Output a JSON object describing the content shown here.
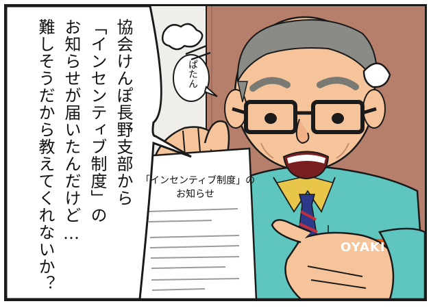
{
  "speech": {
    "lines": [
      "協会けんぽ長野支部から",
      "「インセンティブ制度」の",
      "お知らせが届いたんだけど…",
      "難しそうだから教えてくれないか？"
    ]
  },
  "sound_effect": "ぱたん",
  "document": {
    "title_line1": "「インセンティブ制度」の",
    "title_line2": "お知らせ"
  },
  "uniform_logo": "OYAKI",
  "colors": {
    "wall": "#b57f6c",
    "uniform": "#5fc6bf",
    "skin": "#f6c49b",
    "hair": "#8a8a86",
    "tie_stripe": "#c0303a",
    "tie_navy": "#2d3a8c",
    "logo_bg": "#e0601b"
  }
}
